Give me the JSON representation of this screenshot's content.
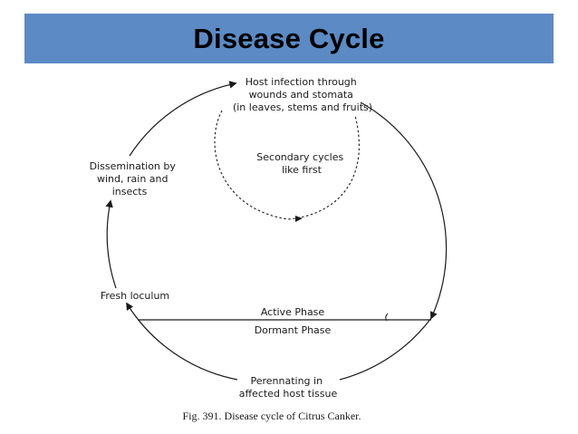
{
  "title": "Disease Cycle",
  "nodes": {
    "host_infection": [
      "Host infection through",
      "wounds and stomata",
      "(in leaves, stems and fruits)"
    ],
    "secondary_cycles": [
      "Secondary cycles",
      "like first"
    ],
    "dissemination": [
      "Dissemination by",
      "wind, rain and",
      "insects"
    ],
    "fresh_inoculum": [
      "Fresh loculum"
    ],
    "active_phase": "Active Phase",
    "dormant_phase": "Dormant Phase",
    "perennating": [
      "Perennating in",
      "affected host tissue"
    ]
  },
  "caption": "Fig. 391. Disease cycle of Citrus Canker.",
  "colors": {
    "banner": "#5b8ac5",
    "line": "#1a1a1a"
  }
}
